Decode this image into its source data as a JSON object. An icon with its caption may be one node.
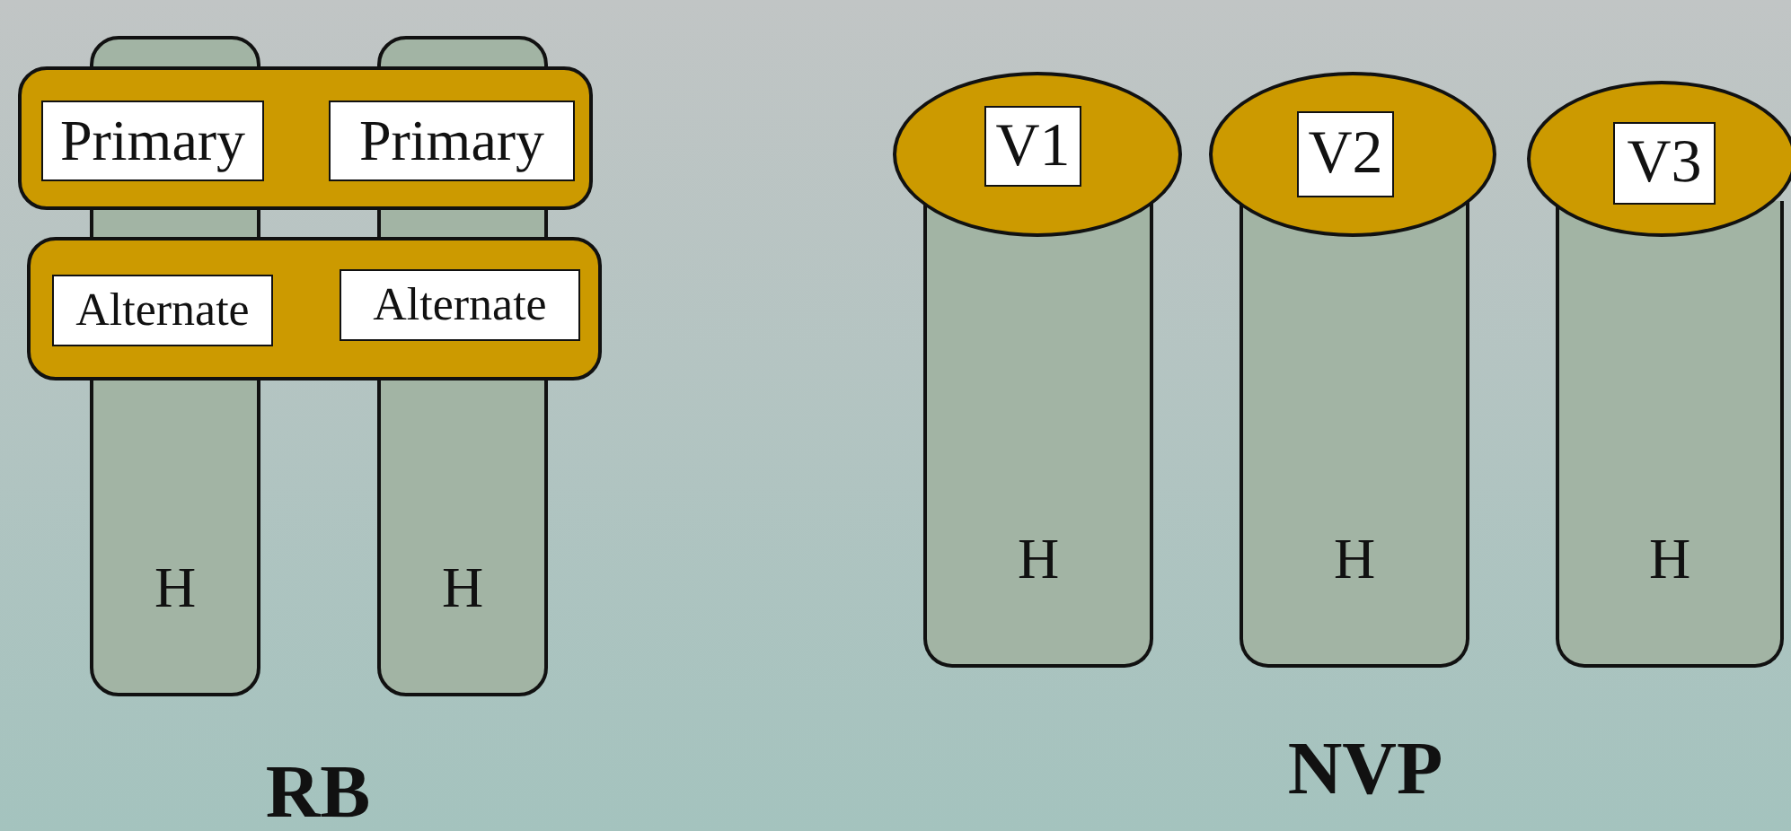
{
  "diagram": {
    "nodes": [
      {
        "text": [
          "H"
        ]
      },
      {
        "text": [
          "H"
        ]
      },
      {
        "text": [],
        "shape": "box"
      },
      {
        "text": [
          "Primary"
        ],
        "in": 2
      },
      {
        "text": [
          "Primary"
        ],
        "in": 2
      },
      {
        "text": [],
        "shape": "box"
      },
      {
        "text": [
          "Alternate"
        ],
        "in": 5
      },
      {
        "text": [
          "Alternate"
        ],
        "in": 5
      },
      {
        "text": [
          "H"
        ]
      },
      {
        "text": [],
        "shape": "ellipse"
      },
      {
        "text": [
          "V1"
        ],
        "in": 9
      },
      {
        "text": [
          "H"
        ]
      },
      {
        "text": [],
        "shape": "ellipse"
      },
      {
        "text": [
          "V2"
        ],
        "in": 12
      },
      {
        "text": [
          "H"
        ]
      },
      {
        "text": [],
        "shape": "ellipse"
      },
      {
        "text": [
          "V3"
        ],
        "in": 15
      }
    ],
    "labels": [
      "RB",
      "NVP"
    ]
  }
}
